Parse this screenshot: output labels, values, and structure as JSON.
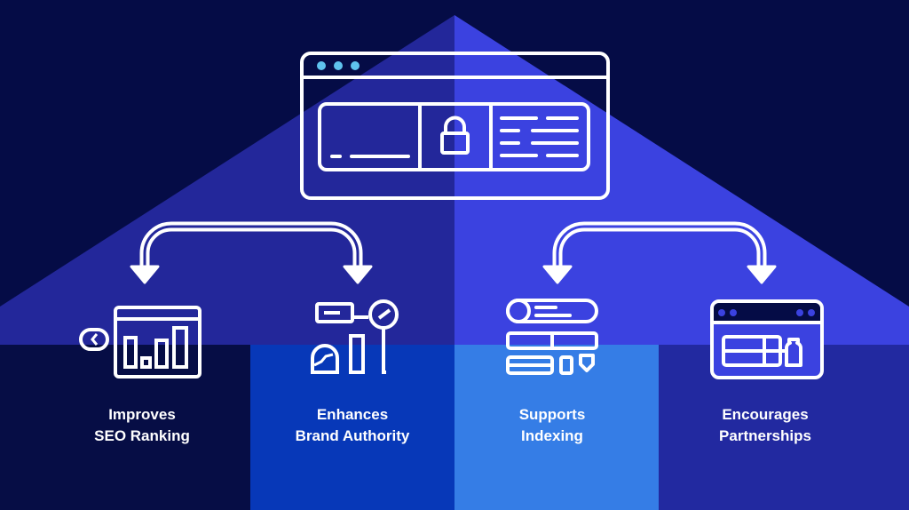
{
  "colors": {
    "background": "#050c46",
    "triangle_left": "#23279a",
    "triangle_right": "#3b42e0",
    "column_1": "#060d45",
    "column_2": "#0738b8",
    "column_3": "#357de6",
    "column_4": "#2229a0",
    "stroke": "#ffffff",
    "browser_dots": "#5fc3ee"
  },
  "hero": {
    "icon": "secure-browser-window-icon",
    "parts": [
      "window-dots",
      "input-panel",
      "lock-icon",
      "text-lines-panel"
    ]
  },
  "arrows": [
    {
      "name": "left-split-arrow-icon",
      "targets": [
        "Improves SEO Ranking",
        "Enhances Brand Authority"
      ]
    },
    {
      "name": "right-split-arrow-icon",
      "targets": [
        "Supports Indexing",
        "Encourages Partnerships"
      ]
    }
  ],
  "benefits": [
    {
      "icon": "seo-ranking-chart-icon",
      "line1": "Improves",
      "line2": "SEO Ranking"
    },
    {
      "icon": "brand-authority-icon",
      "line1": "Enhances",
      "line2": "Brand Authority"
    },
    {
      "icon": "indexing-layout-icon",
      "line1": "Supports",
      "line2": "Indexing"
    },
    {
      "icon": "partnership-browser-icon",
      "line1": "Encourages",
      "line2": "Partnerships"
    }
  ]
}
